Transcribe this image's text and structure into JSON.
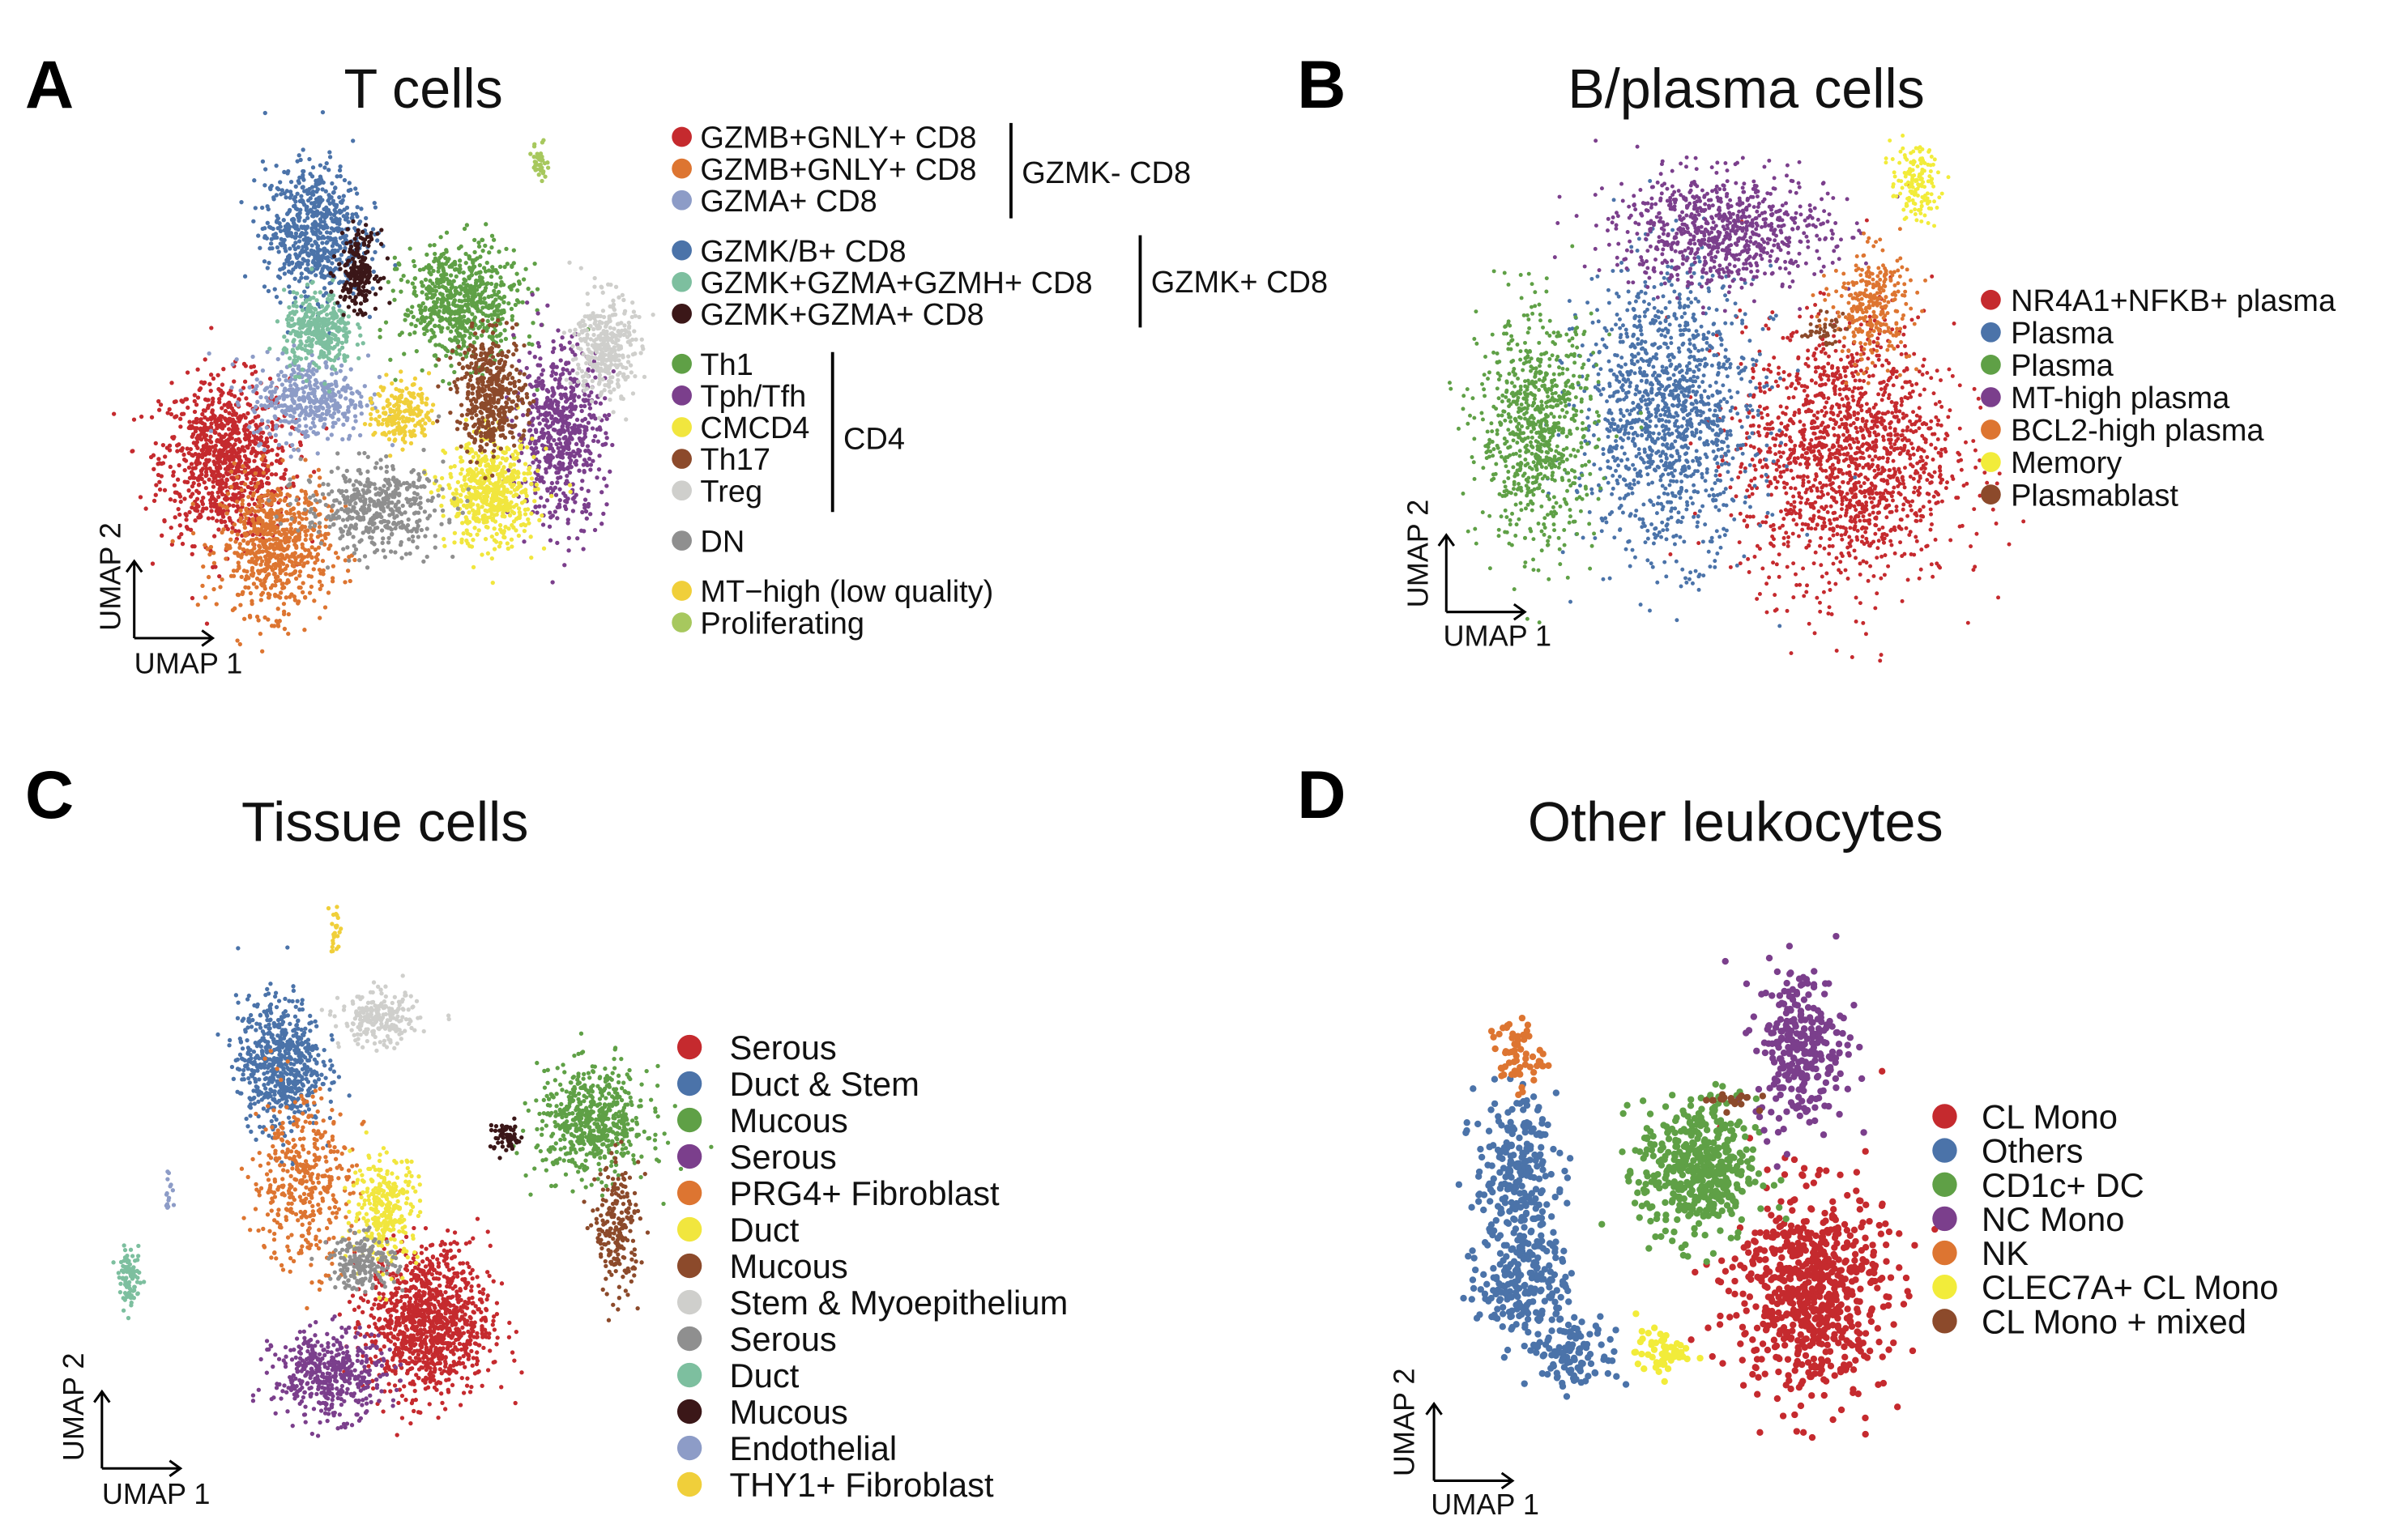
{
  "chart_data": [
    {
      "type": "scatter",
      "panel": "A",
      "title": "T cells",
      "xlabel": "UMAP 1",
      "ylabel": "UMAP 2",
      "xlim": [
        0,
        10
      ],
      "ylim": [
        0,
        10
      ],
      "legend_font": 20,
      "legend_groups": [
        {
          "label": "GZMK- CD8",
          "items": [
            0,
            1,
            2
          ]
        },
        {
          "label": "GZMK+ CD8",
          "items": [
            3,
            4,
            5
          ]
        },
        {
          "label": "CD4",
          "items": [
            6,
            7,
            8,
            9,
            10
          ]
        },
        {
          "label": "",
          "items": [
            11
          ]
        },
        {
          "label": "",
          "items": [
            12,
            13
          ]
        }
      ],
      "clusters": [
        {
          "name": "GZMB+GNLY+ CD8",
          "color": "#c52a2e",
          "blobs": [
            [
              1.6,
              3.4,
              0.65,
              0.85,
              900
            ]
          ]
        },
        {
          "name": "GZMB+GNLY+ CD8",
          "color": "#dd7531",
          "blobs": [
            [
              2.6,
              1.6,
              0.55,
              0.7,
              650
            ]
          ]
        },
        {
          "name": "GZMA+ CD8",
          "color": "#8d9cc7",
          "blobs": [
            [
              3.3,
              4.7,
              0.6,
              0.45,
              400
            ]
          ]
        },
        {
          "name": "GZMK/B+ CD8",
          "color": "#4b73a9",
          "blobs": [
            [
              3.4,
              8.2,
              0.5,
              0.7,
              650
            ]
          ]
        },
        {
          "name": "GZMK+GZMA+GZMH+ CD8",
          "color": "#7dbf9f",
          "blobs": [
            [
              3.5,
              6.1,
              0.35,
              0.4,
              350
            ]
          ]
        },
        {
          "name": "GZMK+GZMA+ CD8",
          "color": "#3b1718",
          "blobs": [
            [
              4.3,
              7.4,
              0.2,
              0.4,
              200
            ]
          ]
        },
        {
          "name": "Th1",
          "color": "#5fa046",
          "blobs": [
            [
              6.4,
              6.7,
              0.6,
              0.6,
              650
            ]
          ]
        },
        {
          "name": "Tph/Tfh",
          "color": "#7b3f8c",
          "blobs": [
            [
              8.4,
              4.0,
              0.45,
              0.95,
              600
            ]
          ]
        },
        {
          "name": "CMCD4",
          "color": "#f1e63e",
          "blobs": [
            [
              7.0,
              2.7,
              0.45,
              0.55,
              550
            ]
          ]
        },
        {
          "name": "Th17",
          "color": "#8c4a2b",
          "blobs": [
            [
              7.0,
              4.8,
              0.35,
              0.6,
              450
            ]
          ]
        },
        {
          "name": "Treg",
          "color": "#cfcfcc",
          "blobs": [
            [
              9.3,
              5.8,
              0.3,
              0.55,
              350
            ]
          ]
        },
        {
          "name": "DN",
          "color": "#8f8f8f",
          "blobs": [
            [
              4.6,
              2.4,
              0.7,
              0.45,
              450
            ]
          ]
        },
        {
          "name": "MT−high (low quality)",
          "color": "#f0cf3a",
          "blobs": [
            [
              5.2,
              4.4,
              0.28,
              0.35,
              200
            ]
          ]
        },
        {
          "name": "Proliferating",
          "color": "#a7c85e",
          "blobs": [
            [
              8.0,
              9.7,
              0.08,
              0.2,
              40
            ]
          ]
        }
      ]
    },
    {
      "type": "scatter",
      "panel": "B",
      "title": "B/plasma cells",
      "xlabel": "UMAP 1",
      "ylabel": "UMAP 2",
      "xlim": [
        0,
        10
      ],
      "ylim": [
        0,
        10
      ],
      "legend_font": 20,
      "legend_groups": [
        {
          "label": "",
          "items": [
            0,
            1,
            2,
            3,
            4,
            5,
            6
          ]
        }
      ],
      "clusters": [
        {
          "name": "NR4A1+NFKB+ plasma",
          "color": "#c52a2e",
          "blobs": [
            [
              7.8,
              3.4,
              1.1,
              1.4,
              1600
            ]
          ]
        },
        {
          "name": "Plasma",
          "color": "#4b73a9",
          "blobs": [
            [
              4.1,
              4.3,
              0.9,
              1.5,
              1300
            ]
          ]
        },
        {
          "name": "Plasma",
          "color": "#5fa046",
          "blobs": [
            [
              1.4,
              3.9,
              0.6,
              1.2,
              800
            ]
          ]
        },
        {
          "name": "MT-high plasma",
          "color": "#7b3f8c",
          "blobs": [
            [
              5.2,
              8.2,
              1.1,
              0.6,
              800
            ]
          ]
        },
        {
          "name": "BCL2-high plasma",
          "color": "#dd7531",
          "blobs": [
            [
              8.3,
              6.6,
              0.4,
              0.6,
              300
            ]
          ]
        },
        {
          "name": "Memory",
          "color": "#f2ec3a",
          "blobs": [
            [
              9.2,
              9.2,
              0.25,
              0.4,
              150
            ]
          ]
        },
        {
          "name": "Plasmablast",
          "color": "#8c4a2b",
          "blobs": [
            [
              7.3,
              6.1,
              0.2,
              0.15,
              40
            ]
          ]
        }
      ]
    },
    {
      "type": "scatter",
      "panel": "C",
      "title": "Tissue cells",
      "xlabel": "UMAP 1",
      "ylabel": "UMAP 2",
      "xlim": [
        0,
        10
      ],
      "ylim": [
        0,
        10
      ],
      "legend_font": 22,
      "legend_groups": [
        {
          "label": "",
          "items": [
            0,
            1,
            2,
            3,
            4,
            5,
            6,
            7,
            8,
            9,
            10,
            11,
            12
          ]
        }
      ],
      "clusters": [
        {
          "name": "Serous",
          "color": "#c52a2e",
          "blobs": [
            [
              5.8,
              2.3,
              0.55,
              0.7,
              1100
            ]
          ]
        },
        {
          "name": "Duct & Stem",
          "color": "#4b73a9",
          "blobs": [
            [
              3.1,
              7.1,
              0.38,
              0.6,
              650
            ]
          ]
        },
        {
          "name": "Mucous",
          "color": "#5fa046",
          "blobs": [
            [
              8.75,
              6.0,
              0.5,
              0.5,
              600
            ]
          ]
        },
        {
          "name": "Serous",
          "color": "#7b3f8c",
          "blobs": [
            [
              4.0,
              1.3,
              0.5,
              0.4,
              450
            ]
          ]
        },
        {
          "name": "PRG4+ Fibroblast",
          "color": "#dd7531",
          "blobs": [
            [
              3.5,
              4.9,
              0.45,
              0.8,
              400
            ]
          ]
        },
        {
          "name": "Duct",
          "color": "#f1e63e",
          "blobs": [
            [
              5.0,
              4.4,
              0.3,
              0.5,
              300
            ]
          ]
        },
        {
          "name": "Mucous",
          "color": "#8c4a2b",
          "blobs": [
            [
              9.2,
              4.0,
              0.2,
              0.6,
              220
            ]
          ]
        },
        {
          "name": "Stem & Myoepithelium",
          "color": "#cfcfcc",
          "blobs": [
            [
              4.9,
              7.9,
              0.35,
              0.25,
              220
            ]
          ]
        },
        {
          "name": "Serous",
          "color": "#8f8f8f",
          "blobs": [
            [
              4.6,
              3.4,
              0.3,
              0.25,
              200
            ]
          ]
        },
        {
          "name": "Duct",
          "color": "#7dbf9f",
          "blobs": [
            [
              0.4,
              3.1,
              0.1,
              0.25,
              90
            ]
          ]
        },
        {
          "name": "Mucous",
          "color": "#3b1718",
          "blobs": [
            [
              7.2,
              5.7,
              0.15,
              0.15,
              60
            ]
          ]
        },
        {
          "name": "Endothelial",
          "color": "#8d9cc7",
          "blobs": [
            [
              1.1,
              4.7,
              0.05,
              0.15,
              15
            ]
          ]
        },
        {
          "name": "THY1+ Fibroblast",
          "color": "#f0cf3a",
          "blobs": [
            [
              4.1,
              9.6,
              0.05,
              0.3,
              25
            ]
          ]
        }
      ]
    },
    {
      "type": "scatter",
      "panel": "D",
      "title": "Other leukocytes",
      "xlabel": "UMAP 1",
      "ylabel": "UMAP 2",
      "xlim": [
        0,
        10
      ],
      "ylim": [
        0,
        10
      ],
      "legend_font": 22,
      "legend_groups": [
        {
          "label": "",
          "items": [
            0,
            1,
            2,
            3,
            4,
            5,
            6
          ]
        }
      ],
      "clusters": [
        {
          "name": "CL Mono",
          "color": "#c52a2e",
          "blobs": [
            [
              7.8,
              2.6,
              0.85,
              1.15,
              700
            ]
          ]
        },
        {
          "name": "Others",
          "color": "#4b73a9",
          "blobs": [
            [
              1.2,
              5.3,
              0.45,
              0.8,
              220
            ],
            [
              1.4,
              2.9,
              0.5,
              0.7,
              220
            ],
            [
              2.5,
              1.2,
              0.5,
              0.4,
              120
            ]
          ]
        },
        {
          "name": "CD1c+ DC",
          "color": "#5fa046",
          "blobs": [
            [
              5.3,
              5.3,
              0.65,
              0.8,
              450
            ]
          ]
        },
        {
          "name": "NC Mono",
          "color": "#7b3f8c",
          "blobs": [
            [
              7.6,
              8.1,
              0.5,
              0.9,
              280
            ]
          ]
        },
        {
          "name": "NK",
          "color": "#dd7531",
          "blobs": [
            [
              1.2,
              7.9,
              0.3,
              0.4,
              60
            ]
          ]
        },
        {
          "name": "CLEC7A+ CL Mono",
          "color": "#f2ec3a",
          "blobs": [
            [
              4.5,
              1.2,
              0.3,
              0.25,
              60
            ]
          ]
        },
        {
          "name": "CL Mono + mixed",
          "color": "#8c4a2b",
          "blobs": [
            [
              6.0,
              6.9,
              0.3,
              0.1,
              20
            ]
          ]
        }
      ]
    }
  ]
}
